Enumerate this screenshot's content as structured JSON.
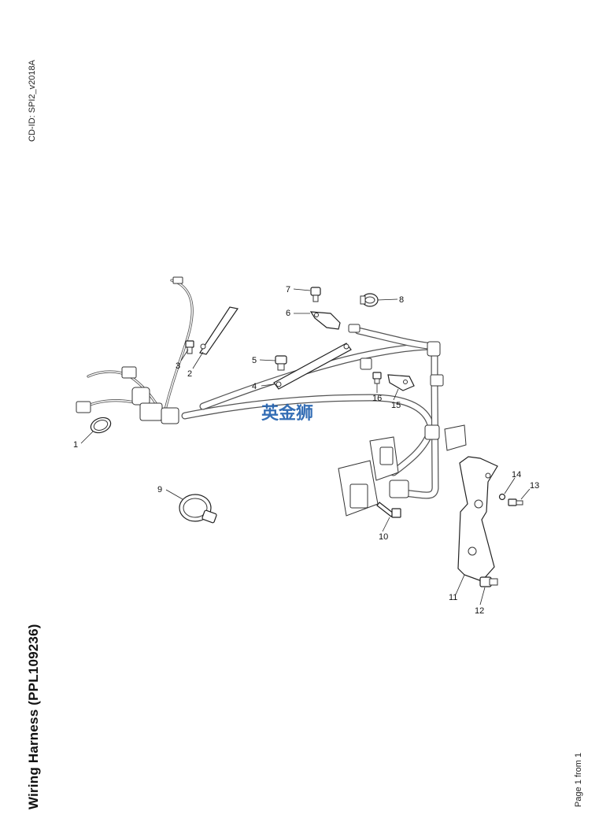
{
  "cd_id": "CD-ID: SPI2_v2018A",
  "title": "Wiring Harness (PPL109236)",
  "page_label": "Page 1 from 1",
  "watermark": "英金狮",
  "callouts": [
    "1",
    "2",
    "3",
    "4",
    "5",
    "6",
    "7",
    "8",
    "9",
    "10",
    "11",
    "12",
    "13",
    "14",
    "15",
    "16"
  ]
}
